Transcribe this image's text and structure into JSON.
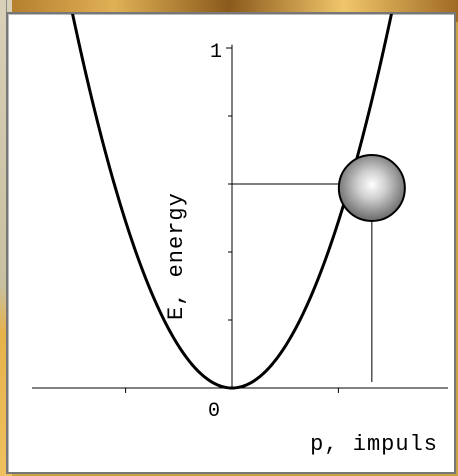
{
  "chart_data": {
    "type": "line",
    "ylabel": "E, energy",
    "xlabel": "p, impuls",
    "ylim": [
      0,
      1
    ],
    "xlim": [
      -1.2,
      1.2
    ],
    "y_tick_labels": [
      {
        "value": 1,
        "label": "1"
      },
      {
        "value": 0,
        "label": "0"
      }
    ],
    "y_minor_ticks": [
      0.2,
      0.4,
      0.6,
      0.8
    ],
    "x_minor_ticks": [
      -0.7,
      0.7
    ],
    "grid": false,
    "series": [
      {
        "function": "E = p^2",
        "x_range": [
          -1.18,
          1.18
        ]
      }
    ],
    "marker": {
      "x": 0.92,
      "y": 0.6,
      "shape": "ball",
      "color": "#9a9a9a"
    },
    "guide_lines": [
      {
        "from_x": 0.0,
        "to_x": 0.92,
        "y": 0.6
      },
      {
        "x": 0.92,
        "from_y": 0.0,
        "to_y": 0.6
      }
    ]
  }
}
